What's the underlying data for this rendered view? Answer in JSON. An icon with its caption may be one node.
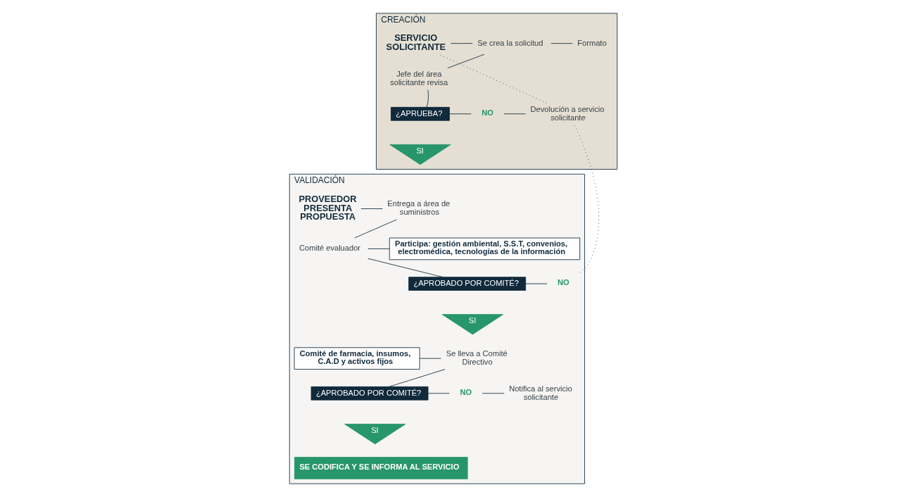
{
  "diagram": {
    "nodes": [
      {
        "text": [
          "CREACIÓN"
        ]
      },
      {
        "text": [
          "SERVICIO SOLICITANTE"
        ],
        "in": 0
      },
      {
        "text": [
          "Se crea la solicitud"
        ],
        "in": 0
      },
      {
        "text": [
          "Formato"
        ],
        "in": 0
      },
      {
        "text": [
          "Jefe del área solicitante revisa"
        ],
        "in": 0
      },
      {
        "text": [
          "¿APRUEBA?"
        ],
        "in": 0
      },
      {
        "text": [
          "NO"
        ],
        "in": 0
      },
      {
        "text": [
          "Devolución a servicio solicitante"
        ],
        "in": 0
      },
      {
        "text": [
          "SI"
        ],
        "in": 0
      },
      {
        "text": [
          "VALIDACIÓN"
        ]
      },
      {
        "text": [
          "PROVEEDOR PRESENTA PROPUESTA"
        ],
        "in": 9
      },
      {
        "text": [
          "Entrega a área de suministros"
        ],
        "in": 9
      },
      {
        "text": [
          "Comité evaluador"
        ],
        "in": 9
      },
      {
        "text": [
          "Participa: gestión ambiental, S.S.T, convenios, electromédica, tecnologías de la información"
        ],
        "in": 9
      },
      {
        "text": [
          "¿APROBADO POR COMITÉ?"
        ],
        "in": 9
      },
      {
        "text": [
          "NO"
        ],
        "in": 9
      },
      {
        "text": [
          "SI"
        ],
        "in": 9
      },
      {
        "text": [
          "Comité de farmacia, insumos, C.A.D y activos fijos"
        ],
        "in": 9
      },
      {
        "text": [
          "Se lleva a Comité Directivo"
        ],
        "in": 9
      },
      {
        "text": [
          "¿APROBADO POR COMITÉ?"
        ],
        "in": 9
      },
      {
        "text": [
          "NO"
        ],
        "in": 9
      },
      {
        "text": [
          "SI"
        ],
        "in": 9
      },
      {
        "text": [
          "Notifica al servicio solicitante"
        ],
        "in": 9
      },
      {
        "text": [
          "SE CODIFICA Y SE INFORMA AL SERVICIO"
        ],
        "in": 9
      }
    ],
    "edges": [
      {
        "from": 1,
        "to": 2,
        "arrow": "none"
      },
      {
        "from": 2,
        "to": 3,
        "arrow": "none"
      },
      {
        "from": 2,
        "to": 4,
        "arrow": "none"
      },
      {
        "from": 4,
        "to": 5,
        "arrow": "none"
      },
      {
        "from": 5,
        "to": 6,
        "arrow": "none"
      },
      {
        "from": 6,
        "to": 7,
        "arrow": "none"
      },
      {
        "from": 7,
        "to": 1,
        "arrow": "none",
        "style": "dashed"
      },
      {
        "from": 10,
        "to": 11,
        "arrow": "none"
      },
      {
        "from": 11,
        "to": 12,
        "arrow": "none"
      },
      {
        "from": 12,
        "to": 13,
        "arrow": "none"
      },
      {
        "from": 12,
        "to": 14,
        "arrow": "none"
      },
      {
        "from": 14,
        "to": 15,
        "arrow": "none"
      },
      {
        "from": 15,
        "to": 7,
        "arrow": "none",
        "style": "dashed"
      },
      {
        "from": 17,
        "to": 18,
        "arrow": "none"
      },
      {
        "from": 18,
        "to": 19,
        "arrow": "none"
      },
      {
        "from": 19,
        "to": 20,
        "arrow": "none"
      },
      {
        "from": 20,
        "to": 22,
        "arrow": "none"
      }
    ]
  }
}
